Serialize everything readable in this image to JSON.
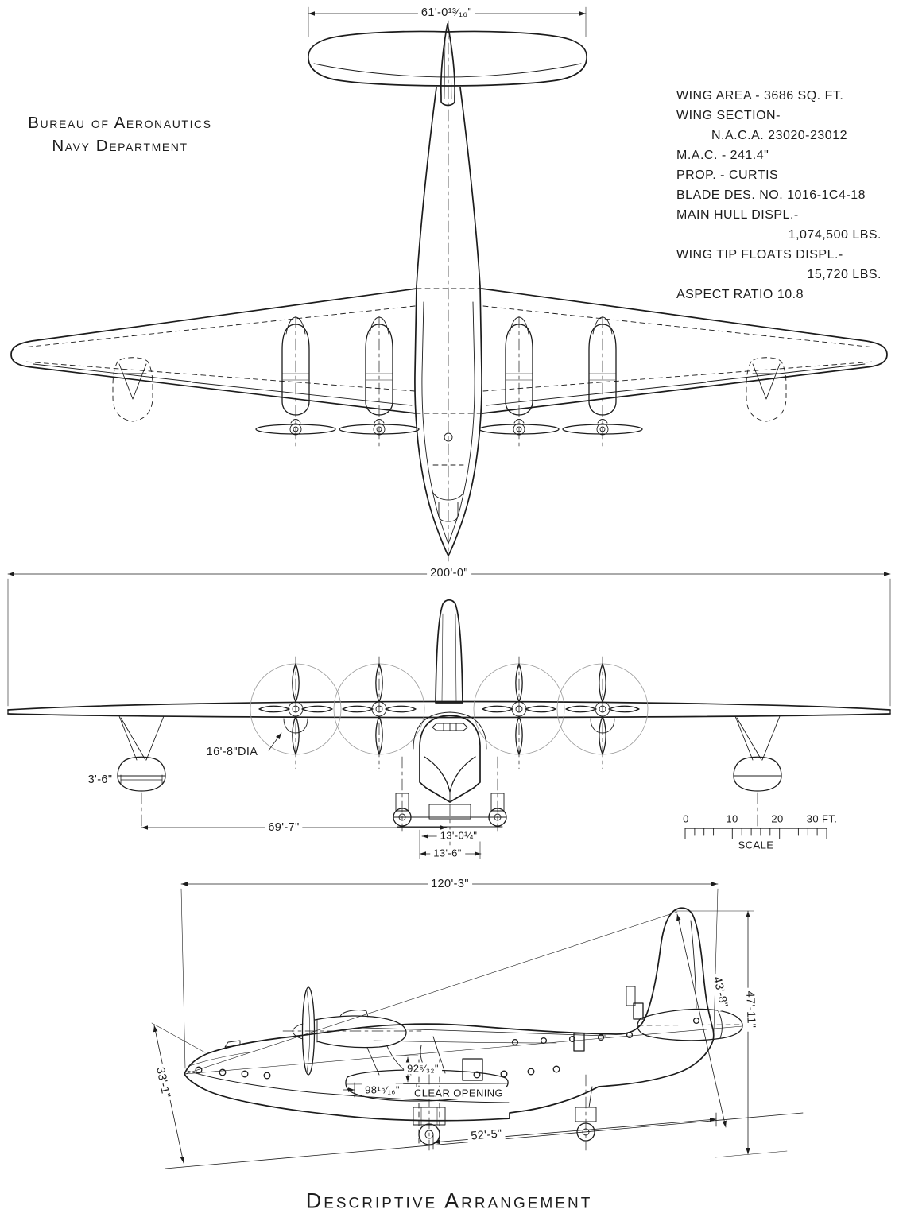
{
  "header": {
    "line1": "Bureau of Aeronautics",
    "line2": "Navy Department"
  },
  "title": "Descriptive Arrangement",
  "specs": {
    "lines": [
      {
        "text": "WING AREA - 3686 SQ. FT."
      },
      {
        "text": "WING SECTION-"
      },
      {
        "text": "N.A.C.A. 23020-23012"
      },
      {
        "text": "M.A.C. - 241.4\""
      },
      {
        "text": "PROP. - CURTIS"
      },
      {
        "text": "BLADE DES. NO. 1016-1C4-18"
      },
      {
        "text": "MAIN HULL DISPL.-"
      },
      {
        "text": "1,074,500 LBS."
      },
      {
        "text": "WING TIP FLOATS DISPL.-"
      },
      {
        "text": "15,720 LBS."
      },
      {
        "text": "ASPECT RATIO 10.8"
      }
    ]
  },
  "dimensions": {
    "tail_span": "61'-0¹³⁄₁₆\"",
    "wingspan": "200'-0\"",
    "prop_diameter": "16'-8\"DIA",
    "float_beam": "3'-6\"",
    "float_to_centerline": "69'-7\"",
    "hull_beam": "13'-0¼\"",
    "hull_beam_overall": "13'-6\"",
    "overall_length": "120'-3\"",
    "height_to_fin": "43'-8\"",
    "height_overall": "47'-11\"",
    "height_forward": "33'-1\"",
    "opening_height": "92⁵⁄₃₂\"",
    "opening_width": "98¹⁵⁄₁₆\"",
    "clear_opening_label": "CLEAR OPENING",
    "gear_to_tailwheel": "52'-5\""
  },
  "scale_bar": {
    "ticks": [
      "0",
      "10",
      "20",
      "30 FT."
    ],
    "label": "SCALE"
  },
  "colors": {
    "ink": "#1c1c1c",
    "paper": "#ffffff"
  }
}
